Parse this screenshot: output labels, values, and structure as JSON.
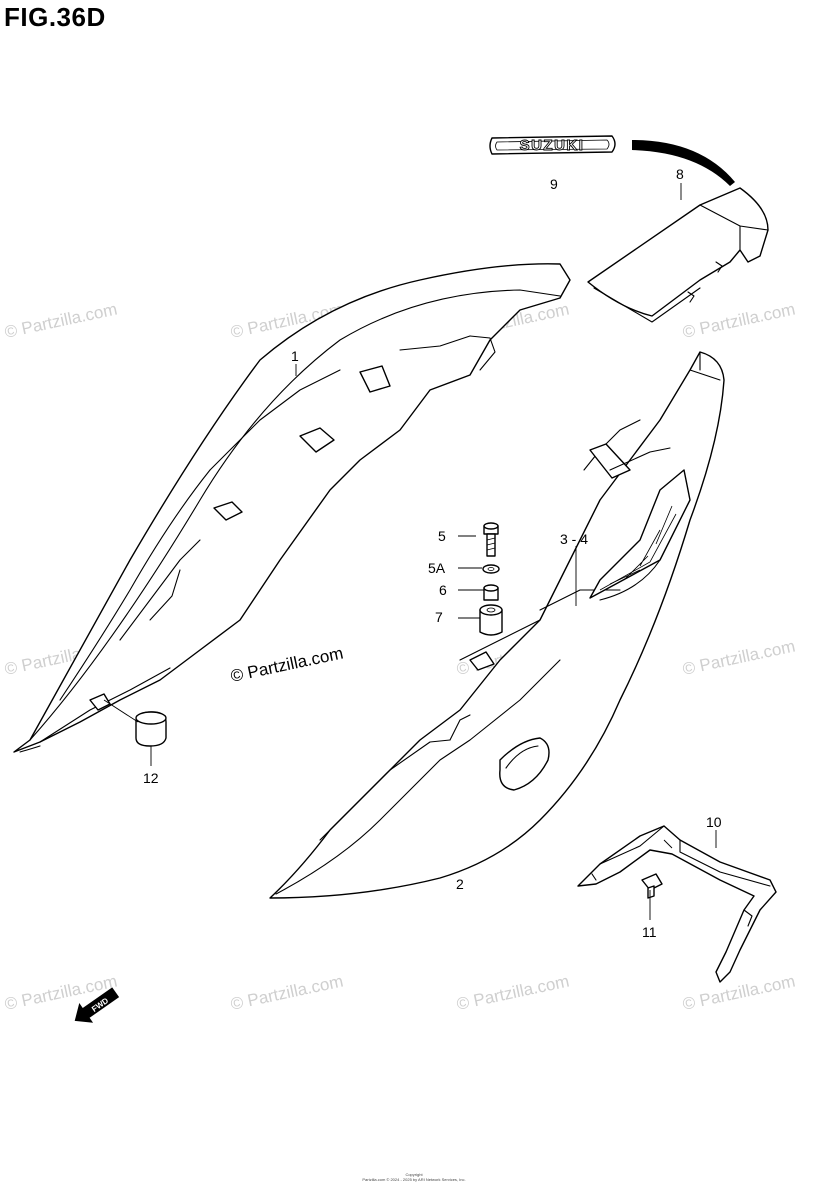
{
  "figure": {
    "title": "FIG.36D"
  },
  "watermark": {
    "text": "© Partzilla.com"
  },
  "emblem": {
    "text": "SUZUKI"
  },
  "callouts": [
    {
      "id": "1",
      "label": "1"
    },
    {
      "id": "2",
      "label": "2"
    },
    {
      "id": "3-4",
      "label": "3 - 4"
    },
    {
      "id": "5",
      "label": "5"
    },
    {
      "id": "5A",
      "label": "5A"
    },
    {
      "id": "6",
      "label": "6"
    },
    {
      "id": "7",
      "label": "7"
    },
    {
      "id": "8",
      "label": "8"
    },
    {
      "id": "9",
      "label": "9"
    },
    {
      "id": "10",
      "label": "10"
    },
    {
      "id": "11",
      "label": "11"
    },
    {
      "id": "12",
      "label": "12"
    }
  ],
  "direction_arrow": {
    "text": "FWD"
  },
  "footer": {
    "line1": "Copyright",
    "line2": "Partzilla.com © 2024 - 2025 by ARI Network Services, Inc."
  }
}
